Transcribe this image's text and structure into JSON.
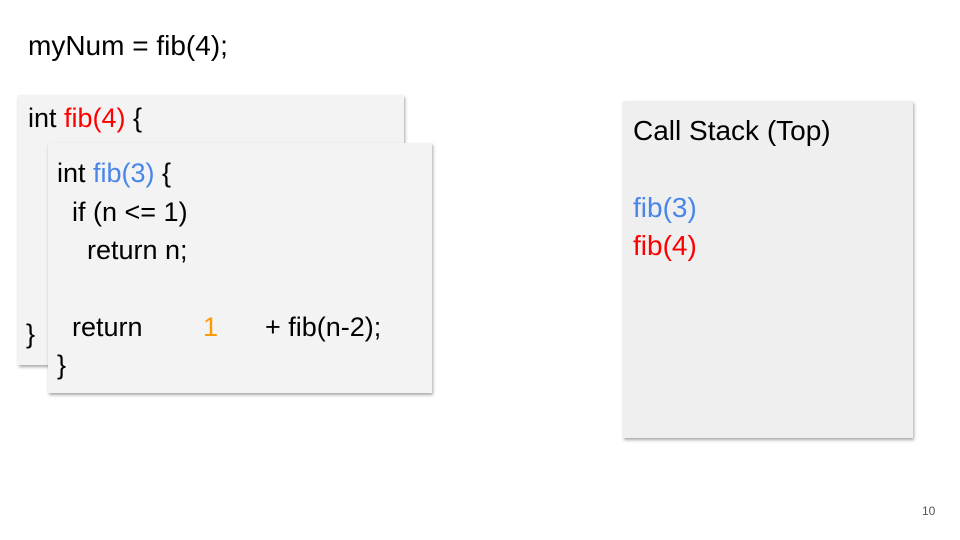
{
  "statement": "myNum = fib(4);",
  "back_card": {
    "kw": "int ",
    "call": "fib(4)",
    "open": " {",
    "close": "}"
  },
  "front_card": {
    "kw": "int ",
    "call": "fib(3)",
    "open": " {",
    "line2": "  if (n <= 1)",
    "line3": "    return n;",
    "ret": "  return",
    "value": "1",
    "rest": "+ fib(n-2);",
    "close": "}"
  },
  "call_stack": {
    "title": "Call Stack (Top)",
    "frames": [
      "fib(3)",
      "fib(4)"
    ]
  },
  "colors": {
    "current_call": "#4a86e8",
    "caller": "#ff0000",
    "returned_value": "#ff9900"
  },
  "page_number": "10"
}
